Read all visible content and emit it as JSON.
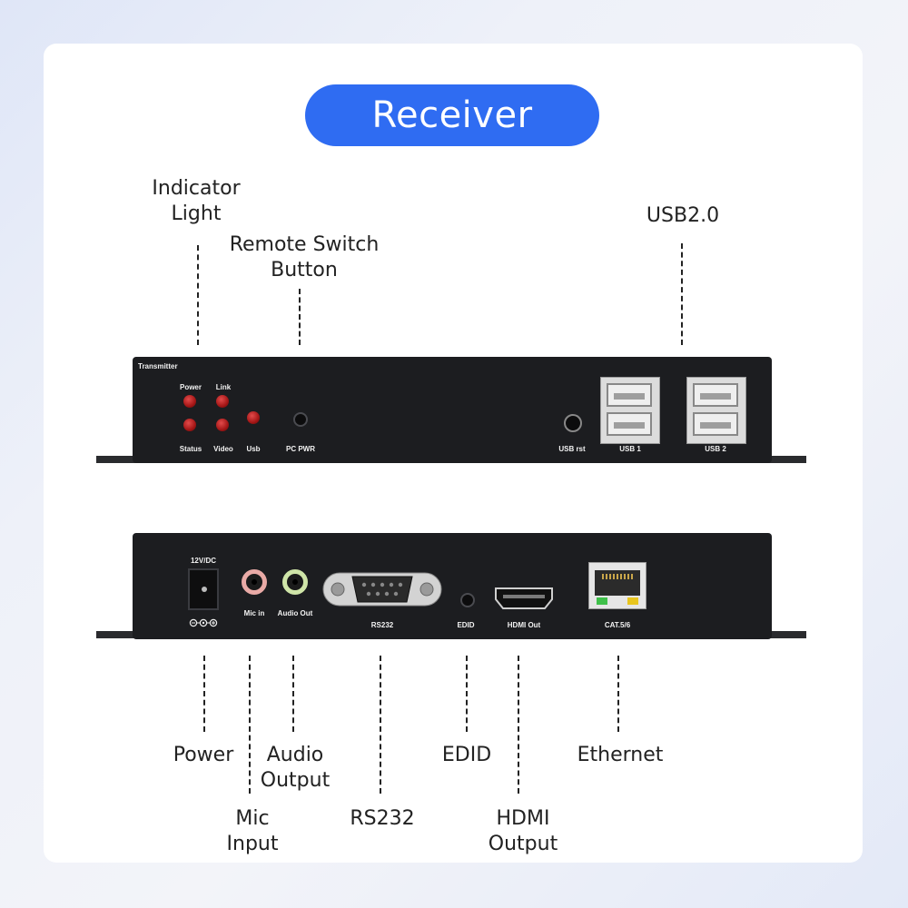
{
  "title": "Receiver",
  "colors": {
    "accent": "#2f6cf2",
    "device_body": "#1c1d20",
    "led": "#c21f1f"
  },
  "callouts": {
    "indicator_light": "Indicator\nLight",
    "remote_switch": "Remote Switch\nButton",
    "usb20": "USB2.0",
    "power": "Power",
    "mic_input": "Mic\nInput",
    "audio_output": "Audio\nOutput",
    "rs232": "RS232",
    "edid": "EDID",
    "hdmi_output": "HDMI\nOutput",
    "ethernet": "Ethernet"
  },
  "front_panel": {
    "brand": "Transmitter",
    "led_power": "Power",
    "led_link": "Link",
    "led_status": "Status",
    "led_video": "Video",
    "led_usb": "Usb",
    "pc_pwr": "PC PWR",
    "usb_rst": "USB rst",
    "usb1": "USB  1",
    "usb2": "USB  2"
  },
  "rear_panel": {
    "dc": "12V/DC",
    "mic_in": "Mic in",
    "audio_out": "Audio Out",
    "rs232": "RS232",
    "edid": "EDID",
    "hdmi_out": "HDMI Out",
    "cat": "CAT.5/6"
  }
}
